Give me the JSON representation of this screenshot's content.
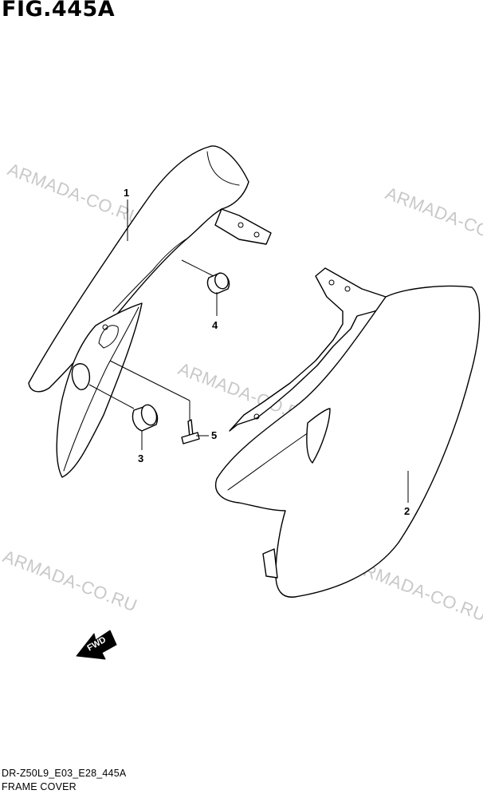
{
  "title": "FIG.445A",
  "code": "DR-Z50L9_E03_E28_445A",
  "caption": "FRAME COVER",
  "watermark": "ARMADA-CO.RU",
  "callouts": {
    "p1": "1",
    "p2": "2",
    "p3": "3",
    "p4": "4",
    "p5": "5"
  },
  "fwd_arrow": "FWD"
}
